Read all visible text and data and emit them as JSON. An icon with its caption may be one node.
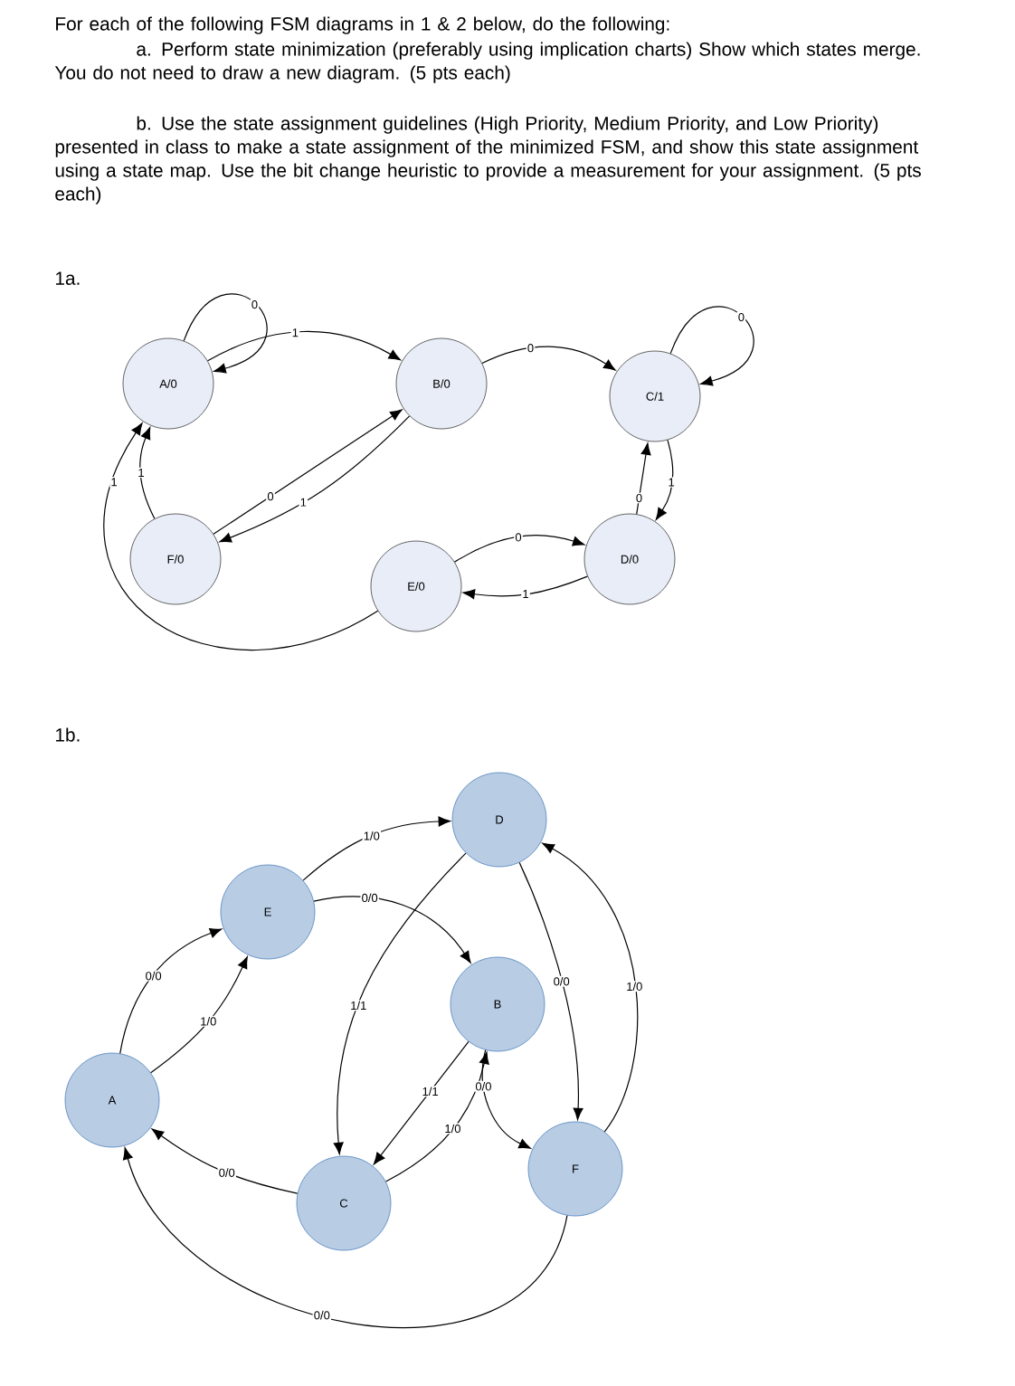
{
  "diagram": {
    "nodes": [
      {
        "text": [
          "A/0"
        ]
      },
      {
        "text": [
          "B/0"
        ]
      },
      {
        "text": [
          "C/1"
        ]
      },
      {
        "text": [
          "F/0"
        ]
      },
      {
        "text": [
          "E/0"
        ]
      },
      {
        "text": [
          "D/0"
        ]
      },
      {
        "text": [
          "D"
        ]
      },
      {
        "text": [
          "E"
        ]
      },
      {
        "text": [
          "B"
        ]
      },
      {
        "text": [
          "A"
        ]
      },
      {
        "text": [
          "C"
        ]
      },
      {
        "text": [
          "F"
        ]
      }
    ],
    "edges": [
      {
        "from": 0,
        "to": 0,
        "arrow": "to",
        "label": "0"
      },
      {
        "from": 0,
        "to": 1,
        "arrow": "to",
        "label": "1"
      },
      {
        "from": 1,
        "to": 2,
        "arrow": "to",
        "label": "0"
      },
      {
        "from": 2,
        "to": 2,
        "arrow": "to",
        "label": "0"
      },
      {
        "from": 3,
        "to": 0,
        "arrow": "to",
        "label": "1"
      },
      {
        "from": 3,
        "to": 1,
        "arrow": "to",
        "label": "0"
      },
      {
        "from": 1,
        "to": 3,
        "arrow": "to",
        "label": "1"
      },
      {
        "from": 2,
        "to": 5,
        "arrow": "to",
        "label": "1"
      },
      {
        "from": 5,
        "to": 2,
        "arrow": "to",
        "label": "0"
      },
      {
        "from": 4,
        "to": 5,
        "arrow": "to",
        "label": "0"
      },
      {
        "from": 5,
        "to": 4,
        "arrow": "to",
        "label": "1"
      },
      {
        "from": 4,
        "to": 0,
        "arrow": "to",
        "label": "1"
      },
      {
        "from": 9,
        "to": 7,
        "arrow": "to",
        "label": "0/0"
      },
      {
        "from": 9,
        "to": 7,
        "arrow": "to",
        "label": "1/0"
      },
      {
        "from": 7,
        "to": 6,
        "arrow": "to",
        "label": "1/0"
      },
      {
        "from": 7,
        "to": 8,
        "arrow": "to",
        "label": "0/0"
      },
      {
        "from": 6,
        "to": 10,
        "arrow": "to",
        "label": "1/1"
      },
      {
        "from": 6,
        "to": 11,
        "arrow": "to",
        "label": "0/0"
      },
      {
        "from": 8,
        "to": 10,
        "arrow": "to",
        "label": "1/1"
      },
      {
        "from": 10,
        "to": 8,
        "arrow": "to",
        "label": "1/0"
      },
      {
        "from": 8,
        "to": 11,
        "arrow": "to",
        "label": "0/0"
      },
      {
        "from": 11,
        "to": 6,
        "arrow": "to",
        "label": "1/0"
      },
      {
        "from": 11,
        "to": 9,
        "arrow": "to",
        "label": "0/0"
      },
      {
        "from": 10,
        "to": 9,
        "arrow": "to",
        "label": "0/0"
      }
    ],
    "labels": [
      "For each of the following FSM diagrams in 1 & 2 below, do the following:",
      "a. Perform state minimization (preferably using implication charts) Show which states merge. You do not need to draw a new diagram. (5 pts each)",
      "b. Use the state assignment guidelines (High Priority, Medium Priority, and Low Priority) presented in class to make a state assignment of the minimized FSM, and show this state assignment using a state map. Use the bit change heuristic to provide a measurement for your assignment. (5 pts each)",
      "1a.",
      "1b."
    ]
  }
}
